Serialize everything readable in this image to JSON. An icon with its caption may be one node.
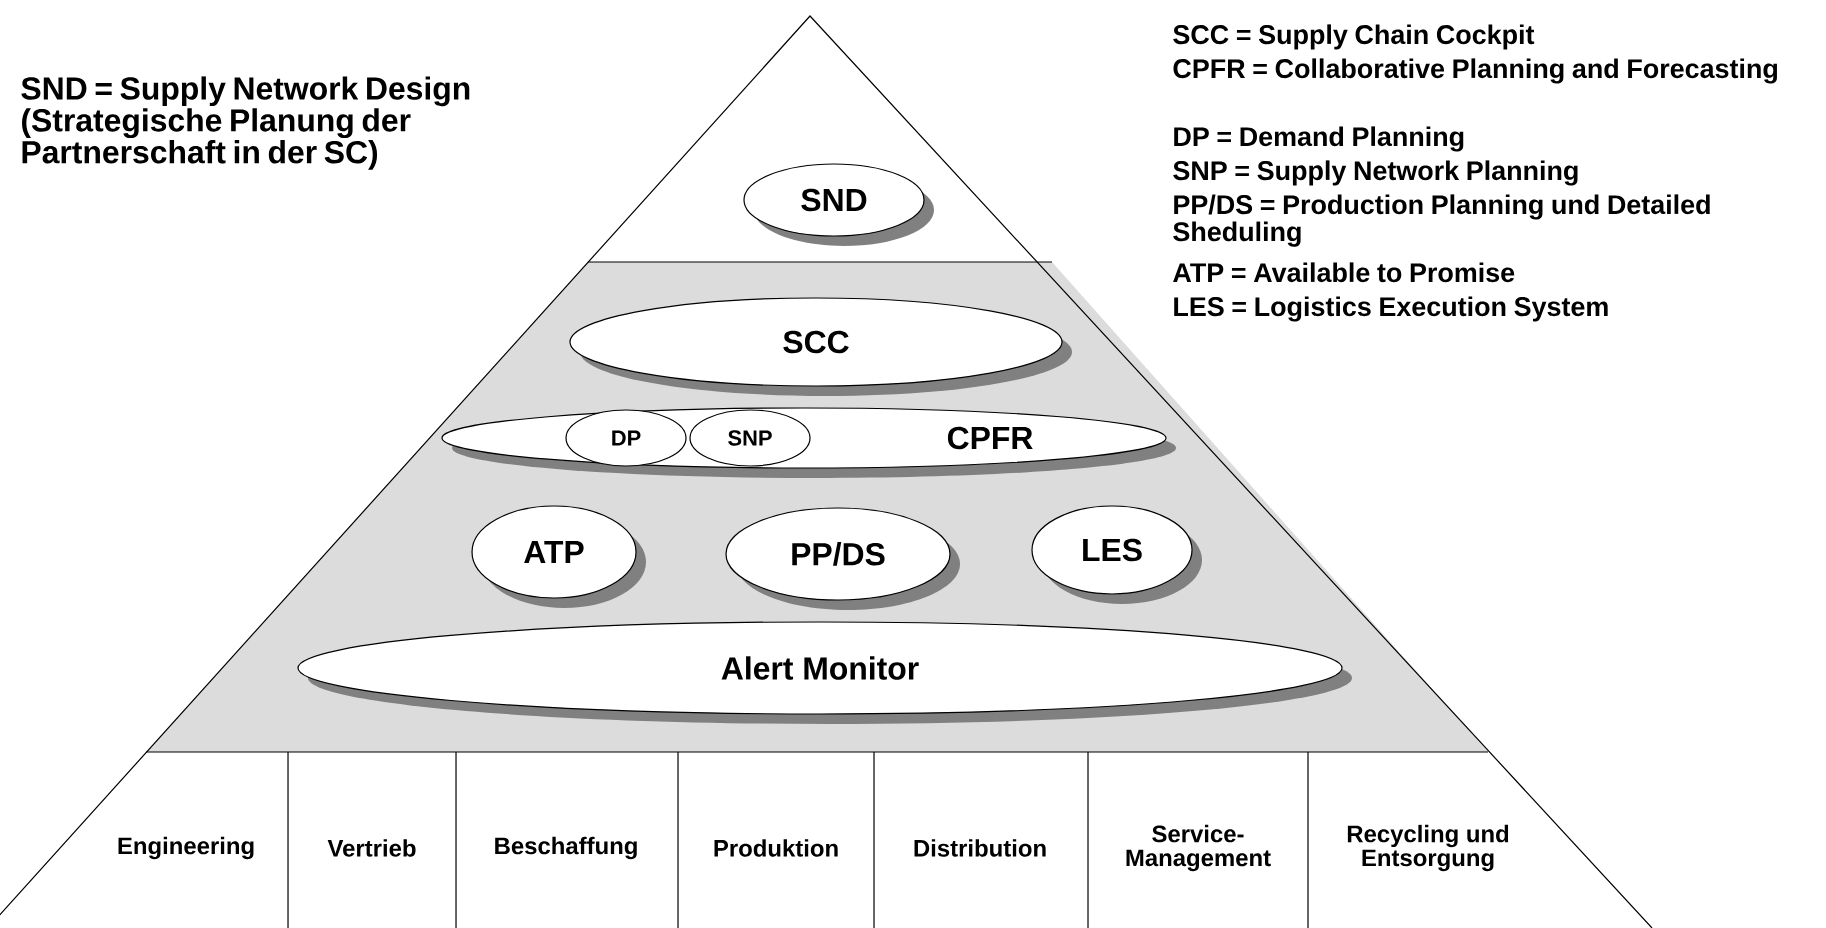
{
  "diagram": {
    "nodes": [
      {
        "text": [
          "SND"
        ]
      },
      {
        "text": [
          "SCC"
        ]
      },
      {
        "text": [
          "CPFR"
        ]
      },
      {
        "text": [
          "DP"
        ],
        "in": 2
      },
      {
        "text": [
          "SNP"
        ],
        "in": 2
      },
      {
        "text": [
          "ATP"
        ]
      },
      {
        "text": [
          "PP/DS"
        ]
      },
      {
        "text": [
          "LES"
        ]
      },
      {
        "text": [
          "Alert Monitor"
        ]
      },
      {
        "text": [
          "Engineering"
        ]
      },
      {
        "text": [
          "Vertrieb"
        ]
      },
      {
        "text": [
          "Beschaffung"
        ]
      },
      {
        "text": [
          "Produktion"
        ]
      },
      {
        "text": [
          "Distribution"
        ]
      },
      {
        "text": [
          "Service-Management"
        ]
      },
      {
        "text": [
          "Recycling und Entsorgung"
        ]
      }
    ],
    "labels": [
      "SND = Supply Network Design (Strategische Planung der Partnerschaft in der SC)",
      "SCC = Supply Chain Cockpit",
      "CPFR = Collaborative Planning and Forecasting",
      "DP = Demand Planning",
      "SNP = Supply Network Planning",
      "PP/DS = Production Planning und Detailed Sheduling",
      "ATP = Available to Promise",
      "LES = Logistics Execution System"
    ]
  }
}
